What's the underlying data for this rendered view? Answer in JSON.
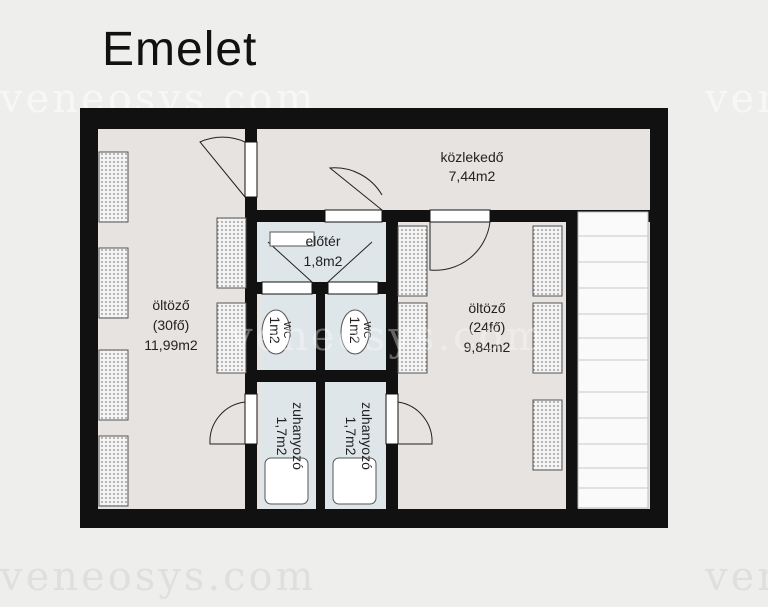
{
  "title": "Emelet",
  "watermark": "veneosys.com",
  "rooms": {
    "corridor": {
      "name": "közlekedő",
      "area": "7,44m2"
    },
    "lobby": {
      "name": "előtér",
      "area": "1,8m2"
    },
    "changing_left": {
      "name": "öltöző",
      "capacity": "(30fő)",
      "area": "11,99m2"
    },
    "changing_right": {
      "name": "öltöző",
      "capacity": "(24fő)",
      "area": "9,84m2"
    },
    "wc_left": {
      "name": "WC",
      "area": "1m2"
    },
    "wc_right": {
      "name": "WC",
      "area": "1m2"
    },
    "shower_left": {
      "name": "zuhanyozó",
      "area": "1,7m2"
    },
    "shower_right": {
      "name": "zuhanyozó",
      "area": "1,7m2"
    }
  },
  "colors": {
    "wall": "#111111",
    "floor": "#e6e3e0",
    "wet_floor": "#dfe6ea",
    "background": "#eeeeec"
  }
}
